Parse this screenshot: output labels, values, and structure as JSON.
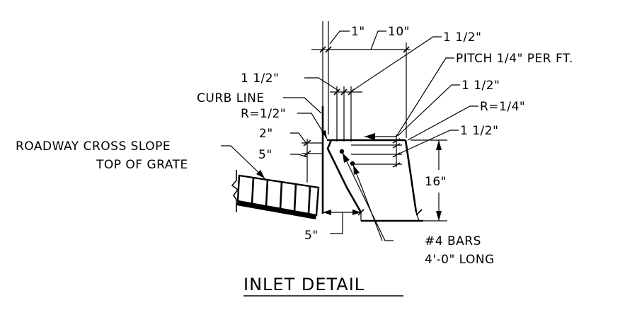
{
  "title": "INLET DETAIL",
  "labels": {
    "dim_1in": "1\"",
    "dim_10in": "10\"",
    "dim_1_5_top": "1 1/2\"",
    "pitch": "PITCH 1/4\" PER FT.",
    "dim_1_5_left": "1 1/2\"",
    "curb_line": "CURB LINE",
    "r_half": "R=1/2\"",
    "dim_1_5_right": "1 1/2\"",
    "r_quarter": "R=1/4\"",
    "dim_1_5_right2": "1 1/2\"",
    "roadway_line1": "ROADWAY CROSS SLOPE",
    "roadway_line2": "TOP OF GRATE",
    "dim_2in": "2\"",
    "dim_5in_left": "5\"",
    "dim_16in": "16\"",
    "dim_5in_bottom": "5\"",
    "bars_line1": "#4 BARS",
    "bars_line2": "4'-0\" LONG"
  }
}
